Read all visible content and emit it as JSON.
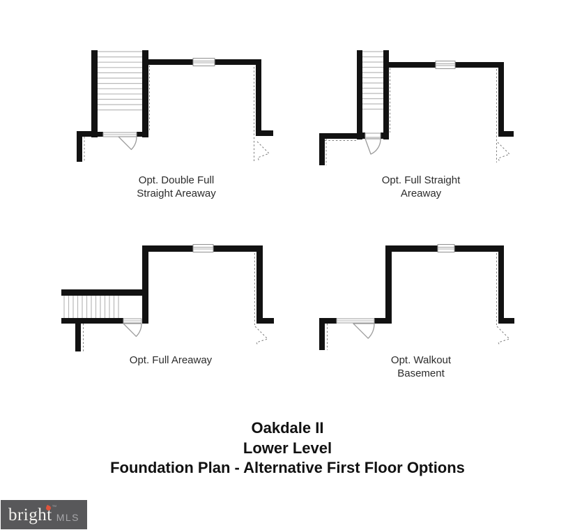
{
  "colors": {
    "wall": "#121212",
    "tread": "#b9b9b9",
    "door": "#9b9b9b",
    "dashed": "#7d7d7d",
    "caption": "#2b2b2b",
    "title": "#111111",
    "logo_bg": "#58585a",
    "logo_text": "#f3f2ee",
    "logo_mls": "#a7a7aa",
    "logo_accent": "#e0543c"
  },
  "plans": [
    {
      "name": "double-full-straight-areaway",
      "label_line1": "Opt. Double Full",
      "label_line2": "Straight Areaway"
    },
    {
      "name": "full-straight-areaway",
      "label_line1": "Opt. Full Straight",
      "label_line2": "Areaway"
    },
    {
      "name": "full-areaway",
      "label_line1": "Opt. Full Areaway",
      "label_line2": ""
    },
    {
      "name": "walkout-basement",
      "label_line1": "Opt. Walkout",
      "label_line2": "Basement"
    }
  ],
  "title": {
    "line1": "Oakdale II",
    "line2": "Lower Level",
    "line3": "Foundation Plan - Alternative First Floor Options"
  },
  "logo": {
    "brand": "bright",
    "trademark": "™",
    "suffix": "MLS"
  }
}
